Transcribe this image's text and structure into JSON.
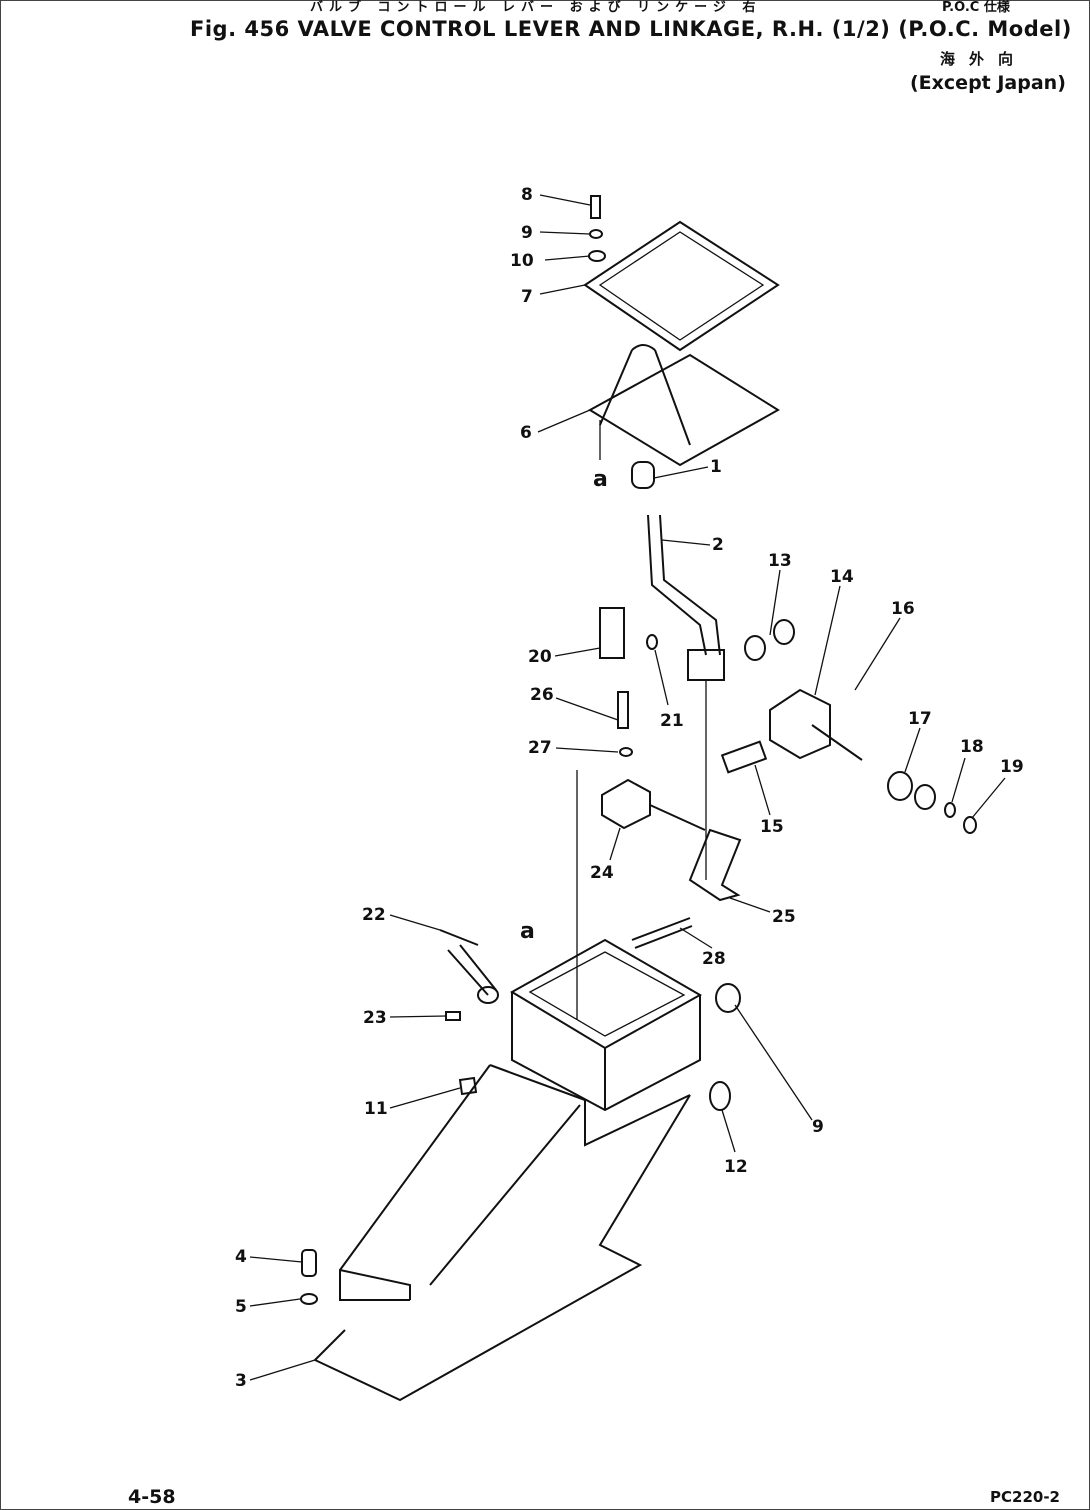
{
  "header": {
    "japanese_title": "バルブ コントロール レバー および リンケージ 右",
    "japanese_model": "P.O.C 仕様",
    "title": "Fig. 456  VALVE CONTROL LEVER AND LINKAGE, R.H. (1/2) (P.O.C. Model)",
    "japanese_region": "海外向",
    "region": "(Except Japan)"
  },
  "callouts": [
    "8",
    "9",
    "10",
    "7",
    "6",
    "a",
    "1",
    "2",
    "13",
    "14",
    "16",
    "20",
    "21",
    "26",
    "27",
    "17",
    "18",
    "19",
    "15",
    "24",
    "25",
    "22",
    "a",
    "28",
    "23",
    "11",
    "9",
    "12",
    "4",
    "5",
    "3"
  ],
  "footer": {
    "page": "4-58",
    "model_code": "PC220-2"
  }
}
